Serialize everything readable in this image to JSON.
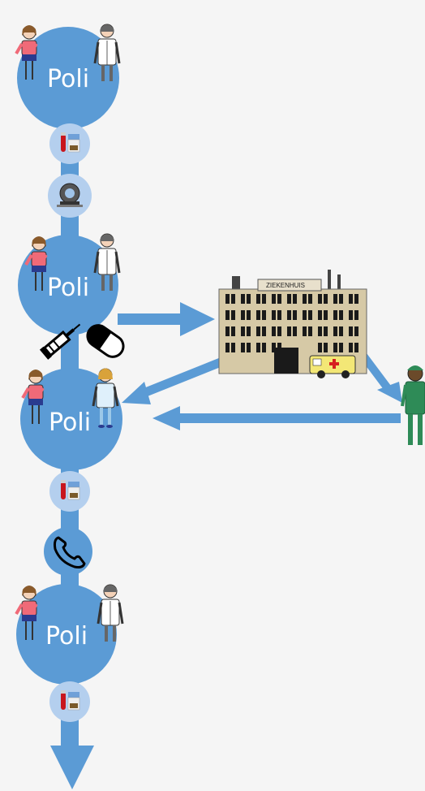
{
  "diagram": {
    "poli_nodes": [
      {
        "label": "Poli",
        "people": [
          "patient-icon",
          "doctor-icon"
        ]
      },
      {
        "label": "Poli",
        "people": [
          "patient-icon",
          "doctor-icon"
        ]
      },
      {
        "label": "Poli",
        "people": [
          "patient-icon",
          "nurse-icon"
        ]
      },
      {
        "label": "Poli",
        "people": [
          "patient-icon",
          "doctor-icon"
        ]
      }
    ],
    "step_icons": [
      "lab-test-icon",
      "mri-scanner-icon",
      "lab-test-icon",
      "phone-icon",
      "lab-test-icon"
    ],
    "treatment_icons": [
      "syringe-icon",
      "pill-icon"
    ],
    "hospital": {
      "sign": "ZIEKENHUIS",
      "icon": "hospital-building-icon"
    },
    "surgeon": {
      "icon": "surgeon-icon"
    },
    "colors": {
      "flow": "#5b9bd5",
      "small_circle": "#b4cfee",
      "background": "#f5f5f5"
    }
  }
}
